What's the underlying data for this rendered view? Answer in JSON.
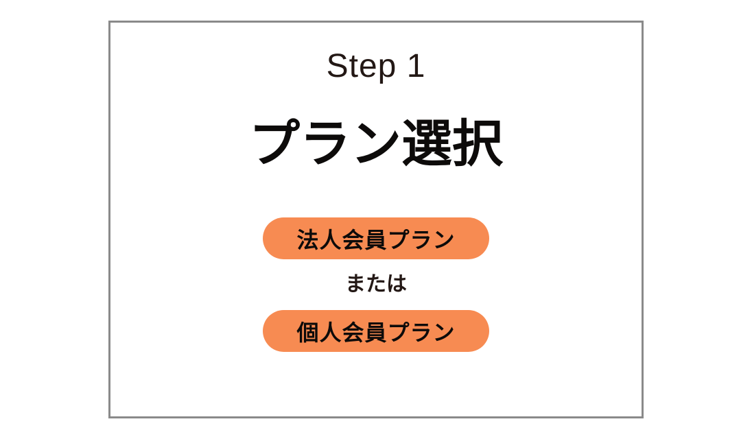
{
  "card": {
    "step_label": "Step 1",
    "title": "プラン選択",
    "or_text": "または",
    "buttons": [
      {
        "label": "法人会員プラン"
      },
      {
        "label": "個人会員プラン"
      }
    ]
  },
  "colors": {
    "accent_orange": "#f78b52",
    "card_border": "#8a8a8a",
    "text_dark": "#231815",
    "heading_black": "#0d0b0a",
    "background": "#ffffff"
  }
}
